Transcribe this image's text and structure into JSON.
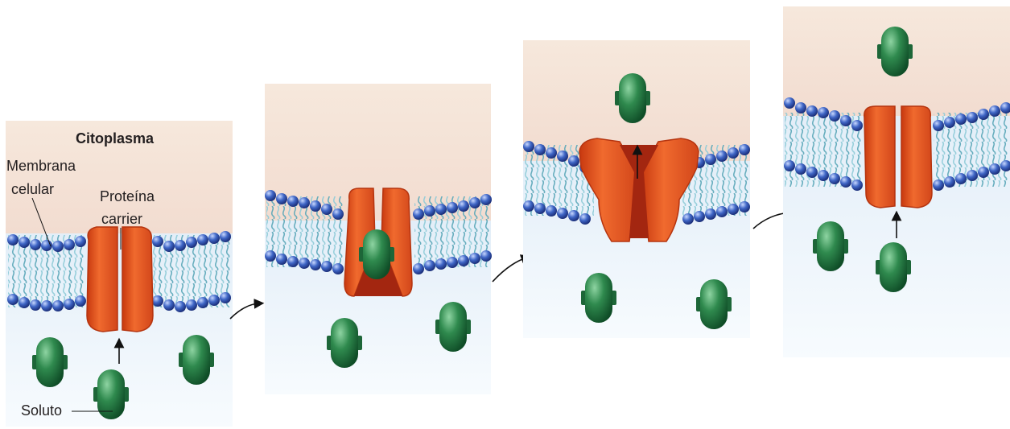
{
  "labels": {
    "cytoplasm": "Citoplasma",
    "membrane_line1": "Membrana",
    "membrane_line2": "celular",
    "protein_line1": "Proteína",
    "protein_line2": "carrier",
    "solute": "Soluto"
  },
  "panels": [
    {
      "step": 1,
      "carrier_state": "closed-outward-gap",
      "solute_in_carrier": false
    },
    {
      "step": 2,
      "carrier_state": "bound",
      "solute_in_carrier": true
    },
    {
      "step": 3,
      "carrier_state": "open-inward",
      "solute_in_carrier": false
    },
    {
      "step": 4,
      "carrier_state": "closed",
      "solute_in_carrier": false
    }
  ],
  "colors": {
    "cytoplasm": "#f6e3d6",
    "extracellular": "#e9f3fb",
    "membrane_tails": "#7fbfcf",
    "phospholipid_head": "#3f66c6",
    "carrier": "#e2541c",
    "carrier_dark": "#a32610",
    "solute": "#2f8a4e"
  }
}
